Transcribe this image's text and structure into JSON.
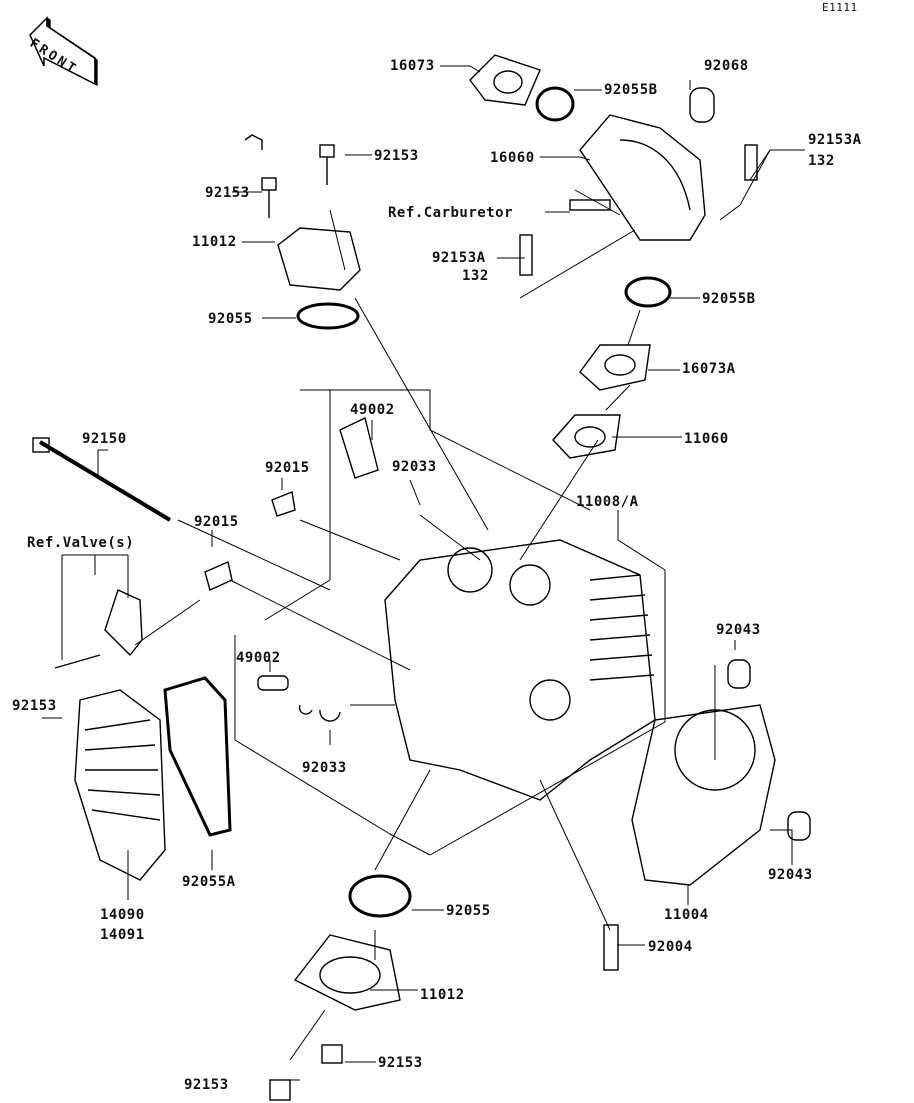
{
  "diagram_code": "E1111",
  "front_arrow": "FRONT",
  "labels": {
    "p16073": "16073",
    "p92055B_top": "92055B",
    "p92068": "92068",
    "p92153A_right": "92153A",
    "p132_right": "132",
    "p92153_top": "92153",
    "p16060": "16060",
    "p92153_left": "92153",
    "ref_carburetor": "Ref.Carburetor",
    "p92153A_mid": "92153A",
    "p132_mid": "132",
    "p11012_top": "11012",
    "p92055B_mid": "92055B",
    "p92055_top": "92055",
    "p16073A": "16073A",
    "p49002_top": "49002",
    "p11060": "11060",
    "p92150": "92150",
    "p92033_top": "92033",
    "p92015_top": "92015",
    "p11008A": "11008/A",
    "p92015_mid": "92015",
    "ref_valves": "Ref.Valve(s)",
    "p92043_top": "92043",
    "p49002_mid": "49002",
    "p92153_valve": "92153",
    "p92033_mid": "92033",
    "p92055A": "92055A",
    "p92043_bottom": "92043",
    "p14090": "14090",
    "p14091": "14091",
    "p11004": "11004",
    "p92055_bottom": "92055",
    "p92004": "92004",
    "p11012_bottom": "11012",
    "p92153_bottom_right": "92153",
    "p92153_bottom_left": "92153"
  }
}
